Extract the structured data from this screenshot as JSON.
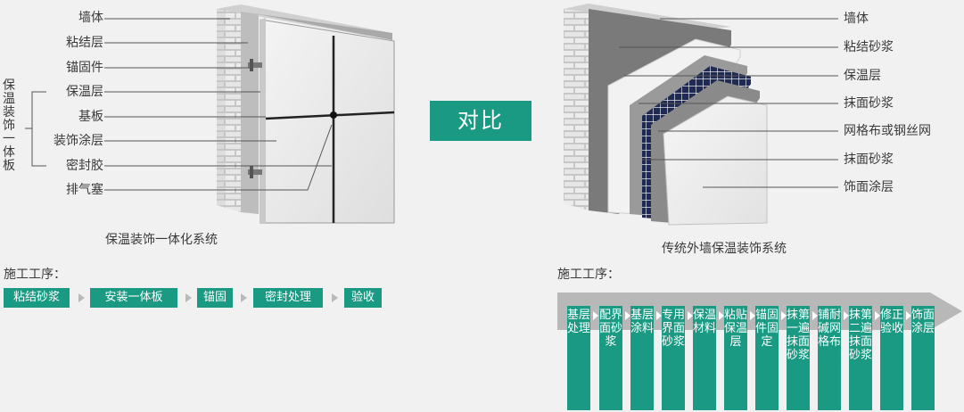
{
  "left_labels": [
    "墙体",
    "粘结层",
    "锚固件",
    "保温层",
    "基板",
    "装饰涂层",
    "密封胶",
    "排气塞"
  ],
  "left_group_label": "保温装饰一体板",
  "left_caption": "保温装饰一体化系统",
  "compare_label": "对比",
  "right_labels": [
    "墙体",
    "粘结砂浆",
    "保温层",
    "抹面砂浆",
    "网格布或钢丝网",
    "抹面砂浆",
    "饰面涂层"
  ],
  "right_caption": "传统外墙保温装饰系统",
  "left_process": {
    "title": "施工工序：",
    "steps": [
      "粘结砂浆",
      "安装一体板",
      "锚固",
      "密封处理",
      "验收"
    ]
  },
  "right_process": {
    "title": "施工工序：",
    "steps": [
      "基层处理",
      "配界面砂浆",
      "基层涂料",
      "专用界面砂浆",
      "保温材料",
      "粘贴保温层",
      "锚固件固定",
      "抹第一遍抹面砂浆",
      "铺耐碱网格布",
      "抹第二遍抹面砂浆",
      "修正验收",
      "饰面涂层"
    ]
  },
  "colors": {
    "accent": "#1a9a83",
    "background": "#f1f1f1"
  }
}
